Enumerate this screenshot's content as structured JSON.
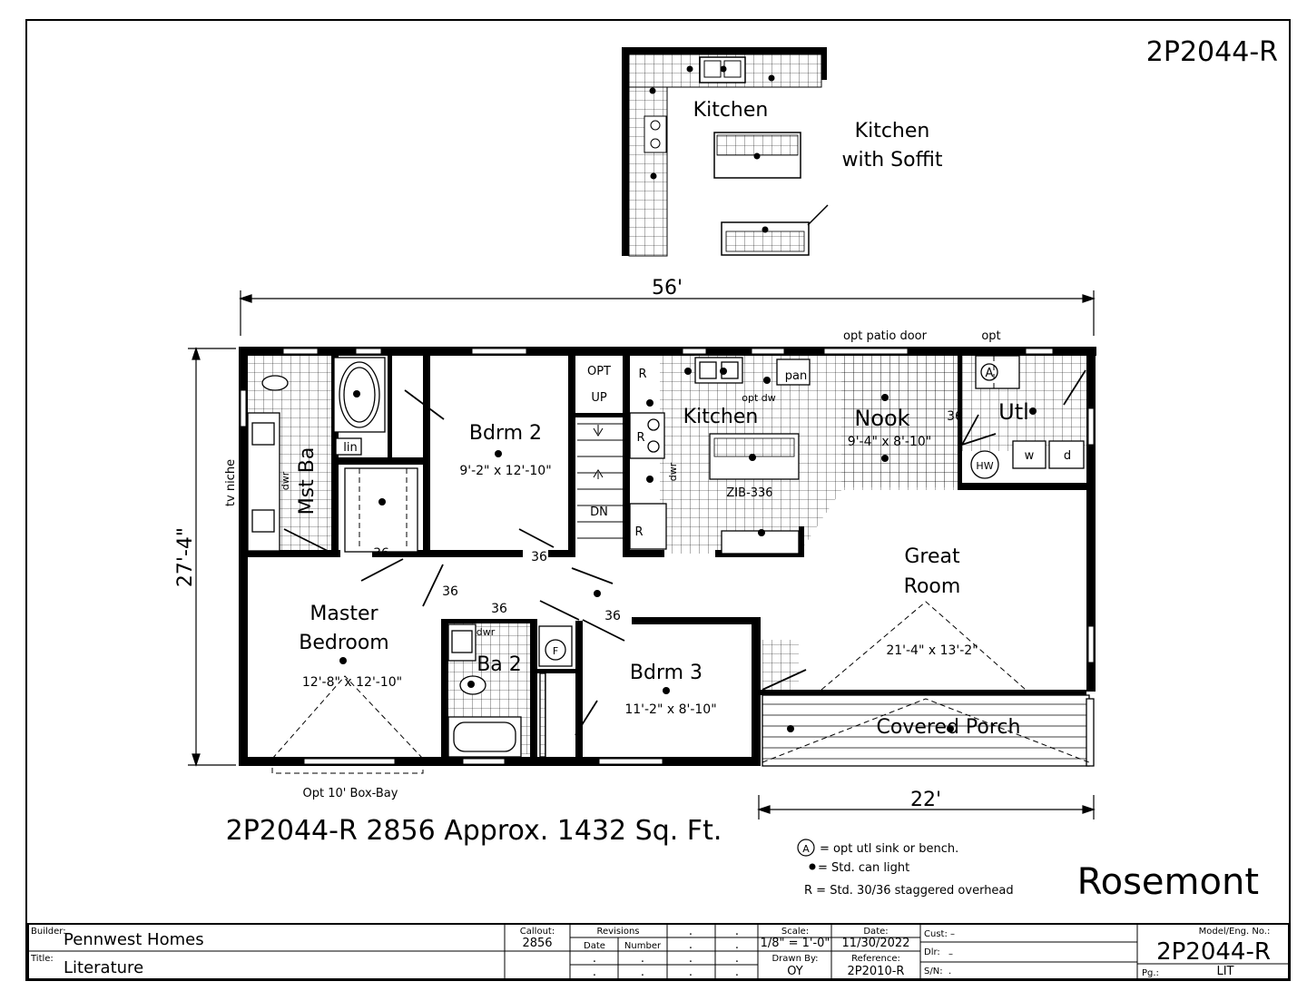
{
  "model_id": "2P2044-R",
  "kitchen_option": {
    "room_label": "Kitchen",
    "title_line1": "Kitchen",
    "title_line2": "with Soffit"
  },
  "dimensions": {
    "overall_width": "56'",
    "overall_depth": "27'-4\"",
    "porch_width": "22'"
  },
  "annotations": {
    "opt_patio_door": "opt patio door",
    "opt": "opt",
    "tv_niche": "tv niche",
    "opt_box_bay": "Opt 10' Box-Bay",
    "opt_up": "OPT",
    "up": "UP",
    "dn": "DN",
    "opt_dw": "opt dw",
    "pan": "pan",
    "zib": "ZIB-336",
    "lin": "lin",
    "dwr": "dwr",
    "w": "w",
    "d": "d",
    "hw": "HW",
    "r": "R",
    "a": "A",
    "f": "F",
    "door36": "36"
  },
  "rooms": {
    "mst_ba": "Mst Ba",
    "bdrm2": "Bdrm 2",
    "bdrm2_size": "9'-2\" x 12'-10\"",
    "kitchen": "Kitchen",
    "nook": "Nook",
    "nook_size": "9'-4\" x 8'-10\"",
    "utl": "Utl",
    "great_room_1": "Great",
    "great_room_2": "Room",
    "great_room_size": "21'-4\" x 13'-2\"",
    "master_1": "Master",
    "master_2": "Bedroom",
    "master_size": "12'-8\" x 12'-10\"",
    "ba2": "Ba 2",
    "bdrm3": "Bdrm 3",
    "bdrm3_size": "11'-2\" x 8'-10\"",
    "porch": "Covered Porch"
  },
  "plan_title": "2P2044-R 2856 Approx. 1432 Sq. Ft.",
  "legend": {
    "a_text": "= opt utl sink or bench.",
    "light_text": "= Std. can light",
    "r_text": "R = Std. 30/36 staggered overhead"
  },
  "series_name": "Rosemont",
  "title_block": {
    "builder_label": "Builder:",
    "builder": "Pennwest Homes",
    "title_label": "Title:",
    "title": "Literature",
    "callout_label": "Callout:",
    "callout": "2856",
    "revisions_label": "Revisions",
    "date_label": "Date",
    "number_label": "Number",
    "scale_label": "Scale:",
    "scale": "1/8\" = 1'-0\"",
    "date_field_label": "Date:",
    "date": "11/30/2022",
    "drawn_by_label": "Drawn By:",
    "drawn_by": "OY",
    "reference_label": "Reference:",
    "reference": "2P2010-R",
    "cust_label": "Cust: –",
    "dlr_label": "Dlr:",
    "dlr_value": "–",
    "sn_label": "S/N:",
    "sn_value": ".",
    "model_label": "Model/Eng. No.:",
    "model": "2P2044-R",
    "pg_label": "Pg.:",
    "pg": "LIT",
    "dot": "."
  }
}
